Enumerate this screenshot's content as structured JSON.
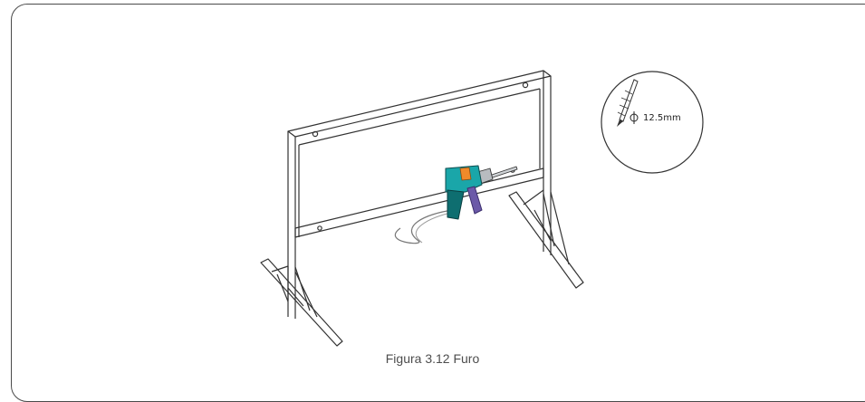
{
  "figure": {
    "caption": "Figura 3.12 Furo",
    "drill_bit_diameter": "12.5mm",
    "diameter_symbol": "Φ"
  },
  "colors": {
    "line": "#333333",
    "drill_body": "#1aa6a9",
    "drill_dark": "#0e6e70",
    "drill_handle": "#6b5aa8",
    "drill_accent": "#f08a2a",
    "frame_border": "#4a4a4a"
  },
  "icons": [
    "drill-icon",
    "drill-bit-icon"
  ]
}
